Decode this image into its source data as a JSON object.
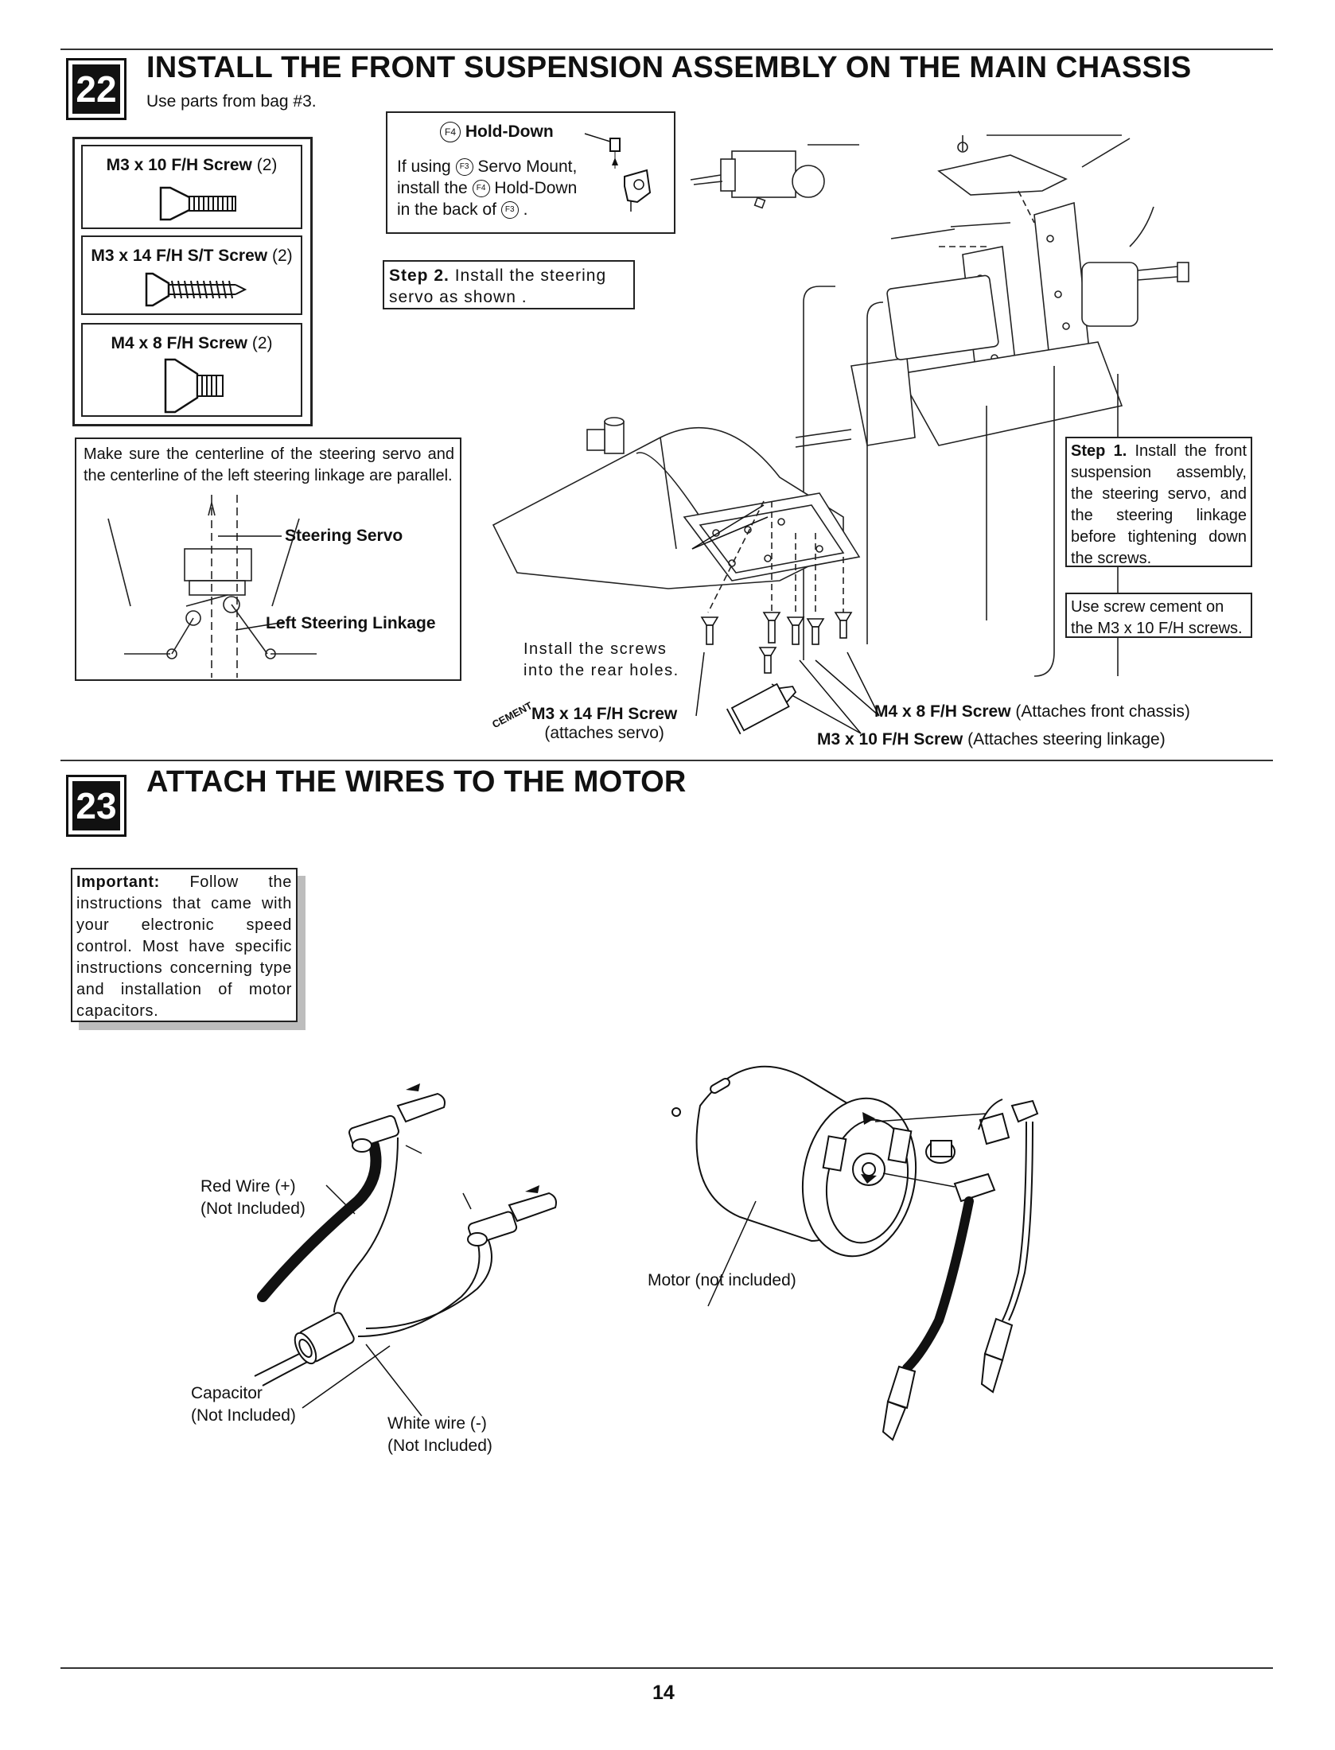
{
  "step22": {
    "number": "22",
    "title": "INSTALL THE FRONT SUSPENSION ASSEMBLY ON THE MAIN CHASSIS",
    "subtitle": "Use parts from bag #3.",
    "parts": [
      {
        "name": "M3 x 10 F/H Screw",
        "qty": "(2)"
      },
      {
        "name": "M3 x 14 F/H S/T Screw",
        "qty": "(2)"
      },
      {
        "name": "M4 x 8 F/H Screw",
        "qty": "(2)"
      }
    ],
    "holddown": {
      "part_circle": "F4",
      "title": "Hold-Down",
      "text_a": "If using",
      "circle_f3": "F3",
      "text_b": "Servo Mount,",
      "text_c": "install the",
      "circle_f4": "F4",
      "text_d": "Hold-Down",
      "text_e": "in the back of",
      "circle_f3b": "F3",
      "text_f": "."
    },
    "step2": {
      "label": "Step 2.",
      "text": "Install the steering servo as shown ."
    },
    "centerline_note": "Make sure the centerline of the steering servo and the centerline of the left steering linkage are parallel.",
    "steering_servo_label": "Steering Servo",
    "left_linkage_label": "Left Steering Linkage",
    "step1": {
      "label": "Step 1.",
      "text": "Install the front suspension assembly, the steering servo, and the steering linkage before tightening down the screws."
    },
    "cement_note": "Use screw cement on the M3 x 10 F/H screws.",
    "rear_holes_note": "Install the screws into the rear holes.",
    "screw_m3x14": {
      "name": "M3 x 14 F/H Screw",
      "note": "(attaches servo)"
    },
    "screw_m4x8": {
      "name": "M4 x 8 F/H Screw",
      "note": "(Attaches front chassis)"
    },
    "screw_m3x10": {
      "name": "M3 x 10 F/H Screw",
      "note": "(Attaches steering linkage)"
    },
    "cement_tube_label": "CEMENT"
  },
  "step23": {
    "number": "23",
    "title": "ATTACH THE WIRES TO THE MOTOR",
    "important_label": "Important:",
    "important_text": "Follow the instructions that came with your electronic speed control. Most have specific instructions concerning type and installation of motor capacitors.",
    "red_wire": [
      "Red Wire (+)",
      "(Not Included)"
    ],
    "capacitor": [
      "Capacitor",
      "(Not Included)"
    ],
    "white_wire": [
      "White wire (-)",
      "(Not Included)"
    ],
    "motor": "Motor (not included)"
  },
  "footer": {
    "page_number": "14"
  }
}
